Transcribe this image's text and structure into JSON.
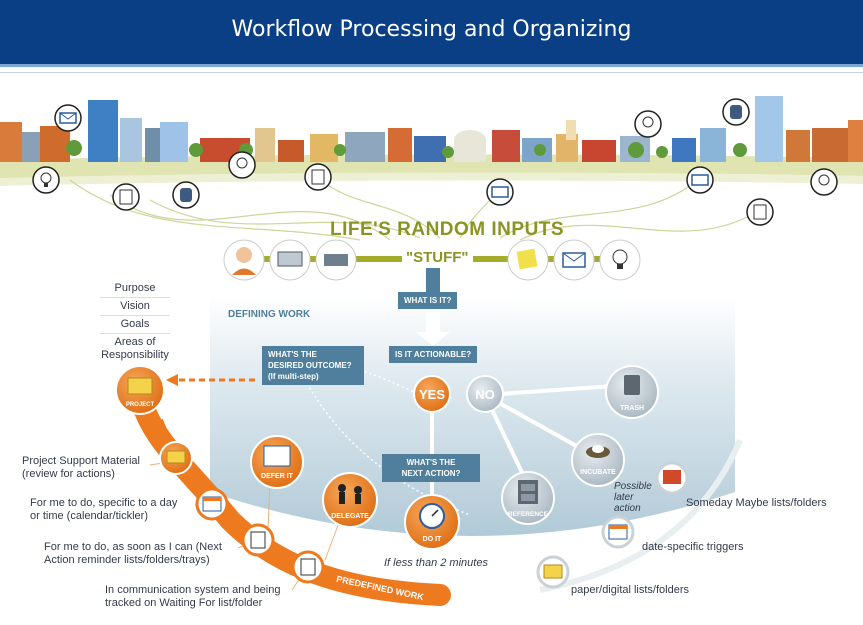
{
  "header": {
    "title": "Workflow Processing and Organizing"
  },
  "inputs": {
    "title": "LIFE'S RANDOM INPUTS",
    "stuff": "\"STUFF\""
  },
  "horizons": [
    "Purpose",
    "Vision",
    "Goals",
    "Areas of Responsibility"
  ],
  "defining_work": "DEFINING WORK",
  "questions": {
    "what_is_it": "WHAT IS IT?",
    "actionable": "IS IT ACTIONABLE?",
    "outcome_1": "WHAT'S THE",
    "outcome_2": "DESIRED OUTCOME?",
    "outcome_3": "(If multi-step)",
    "next_1": "WHAT'S THE",
    "next_2": "NEXT ACTION?"
  },
  "decisions": {
    "yes": "YES",
    "no": "NO"
  },
  "actions": {
    "project": "PROJECT",
    "defer": "DEFER IT",
    "delegate": "DELEGATE",
    "doit": "DO IT",
    "trash": "TRASH",
    "incubate": "INCUBATE",
    "reference": "REFERENCE",
    "predefined": "PREDEFINED WORK"
  },
  "labels": {
    "two_minutes": "If less than 2 minutes",
    "possible_1": "Possible",
    "possible_2": "later",
    "possible_3": "action",
    "someday": "Someday Maybe lists/folders",
    "triggers": "date-specific triggers",
    "paper": "paper/digital lists/folders",
    "psm_1": "Project Support Material",
    "psm_2": "(review for actions)",
    "cal_1": "For me to do, specific to a day",
    "cal_2": "or time (calendar/tickler)",
    "next_1": "For me to do, as soon as I can (Next",
    "next_2": "Action reminder lists/folders/trays)",
    "wait_1": "In communication system and being",
    "wait_2": "tracked on Waiting For list/folder"
  },
  "colors": {
    "header": "#0a3f86",
    "orange": "#ee7a1f",
    "slate": "#4f7f9c",
    "grey_circle": "#b9c4cc",
    "band": "#dfe4b0",
    "green_stuff": "#a3ad2b"
  }
}
